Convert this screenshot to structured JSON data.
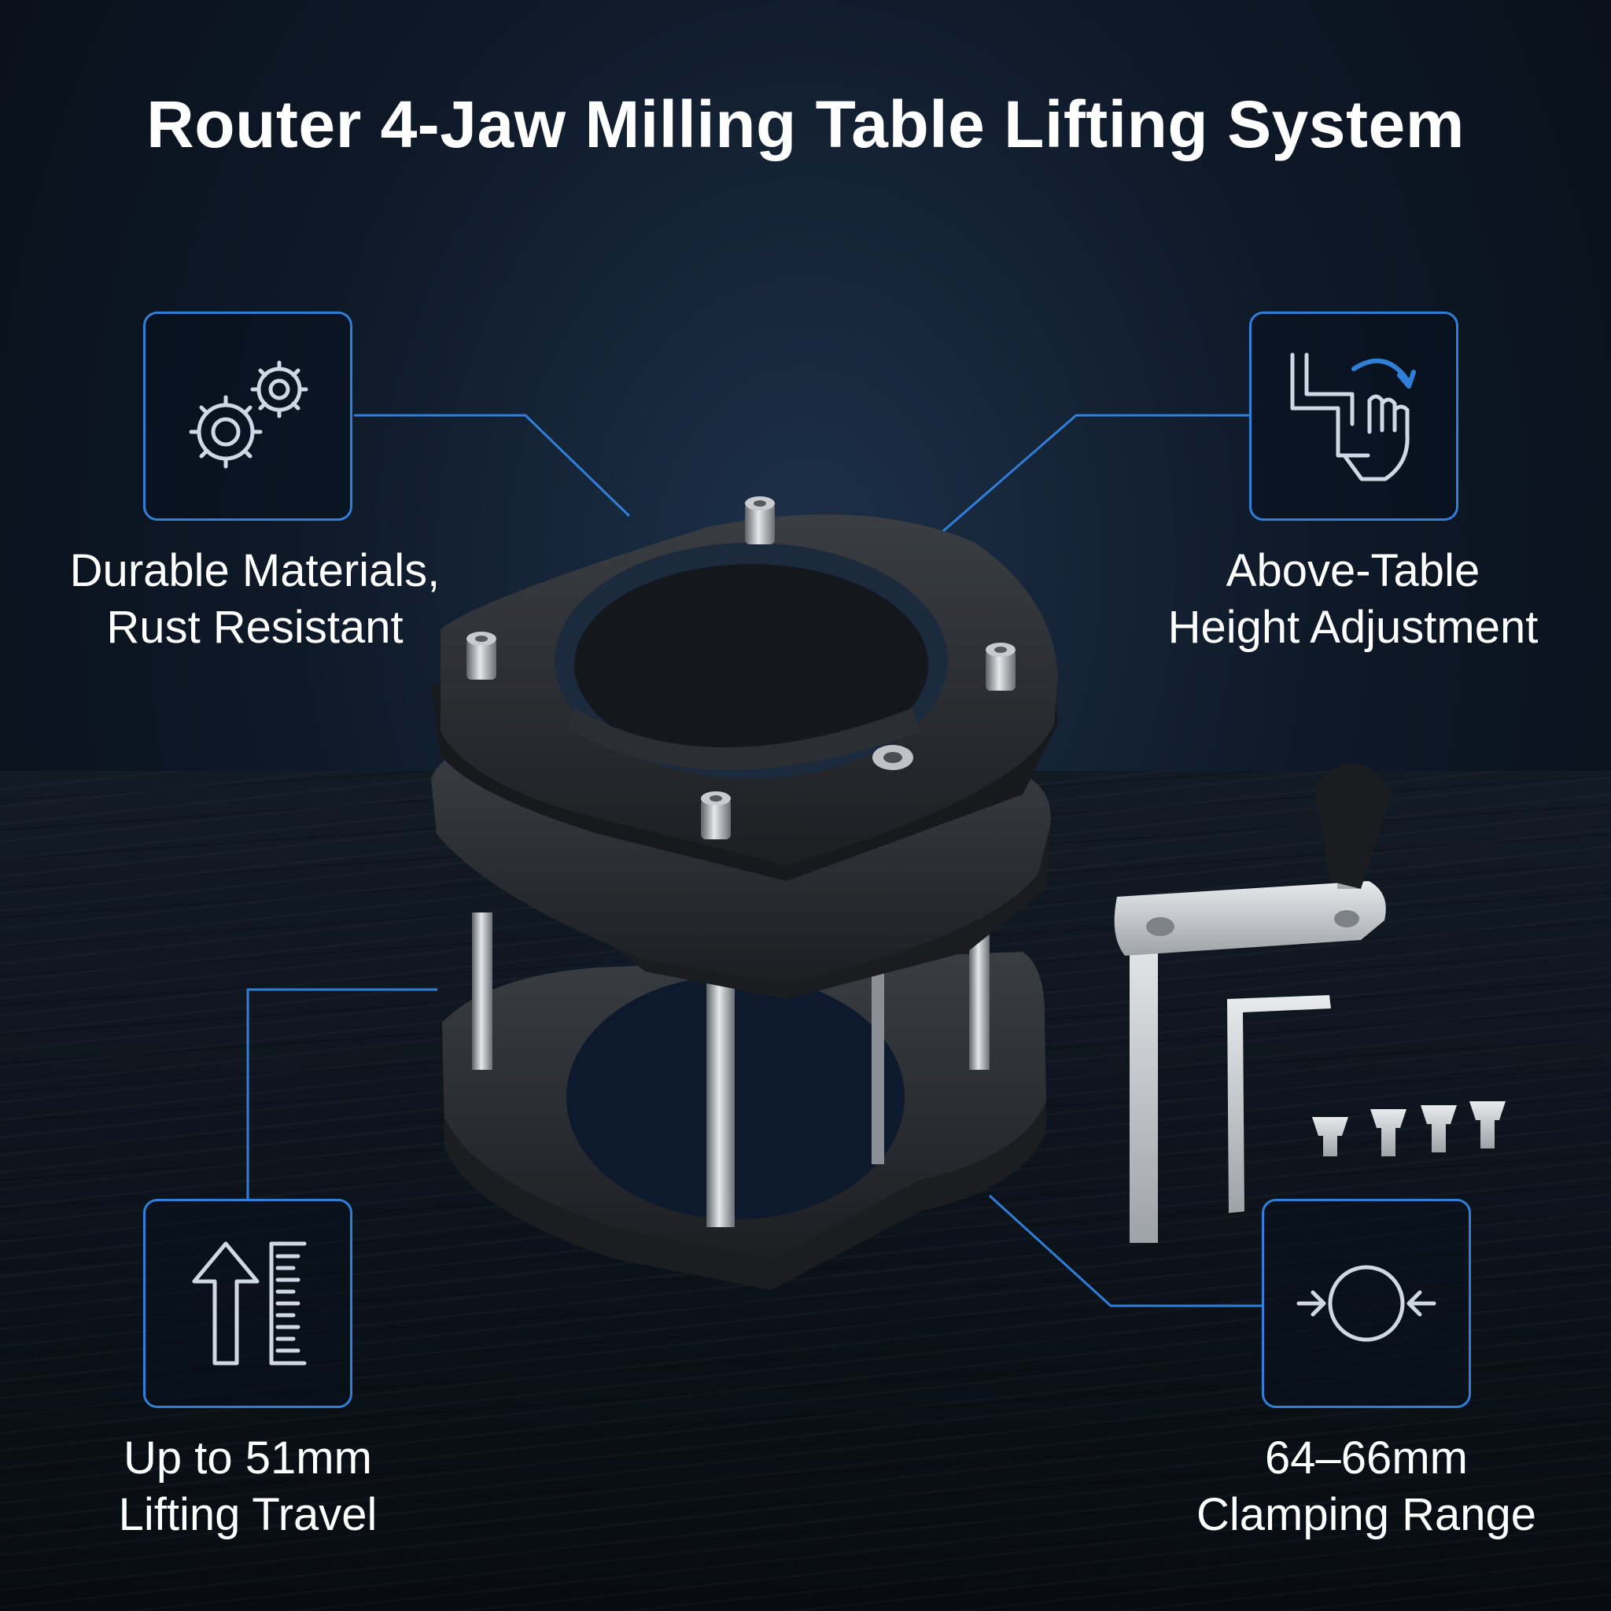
{
  "title": "Router 4-Jaw Milling Table Lifting System",
  "features": {
    "durable": {
      "line1": "Durable Materials,",
      "line2": "Rust Resistant",
      "icon": "gears-icon"
    },
    "height": {
      "line1": "Above-Table",
      "line2": "Height Adjustment",
      "icon": "crank-hand-icon"
    },
    "lifting": {
      "line1": "Up to 51mm",
      "line2": "Lifting Travel",
      "icon": "arrow-ruler-icon"
    },
    "clamping": {
      "line1": "64–66mm",
      "line2": "Clamping Range",
      "icon": "clamp-circle-icon"
    }
  },
  "colors": {
    "accent": "#2f7fd8",
    "icon_stroke": "#cfd8e3",
    "text": "#ffffff"
  }
}
